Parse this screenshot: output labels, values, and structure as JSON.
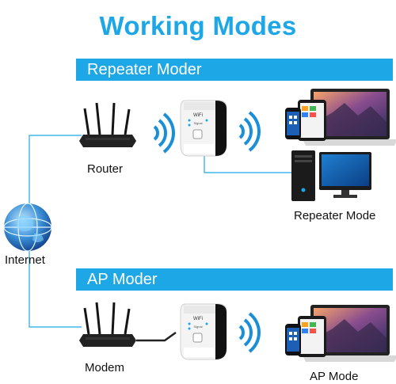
{
  "title": "Working Modes",
  "sections": {
    "repeater": {
      "banner": "Repeater Moder",
      "router_label": "Router",
      "result_label": "Repeater Mode"
    },
    "ap": {
      "banner": "AP Moder",
      "modem_label": "Modem",
      "result_label": "AP Mode"
    }
  },
  "internet_label": "Internet",
  "device_text": {
    "brand": "WiFi",
    "signal": "Signal"
  },
  "colors": {
    "accent": "#1ea7e6",
    "wifi_wave": "#1a8fd8",
    "device_body": "#f4f4f4",
    "device_black": "#111111"
  },
  "icons": [
    "router-icon",
    "wifi-repeater-icon",
    "wifi-signal-icon",
    "globe-icon",
    "laptop-icon",
    "tablet-icon",
    "phone-icon",
    "desktop-pc-icon",
    "monitor-icon"
  ]
}
